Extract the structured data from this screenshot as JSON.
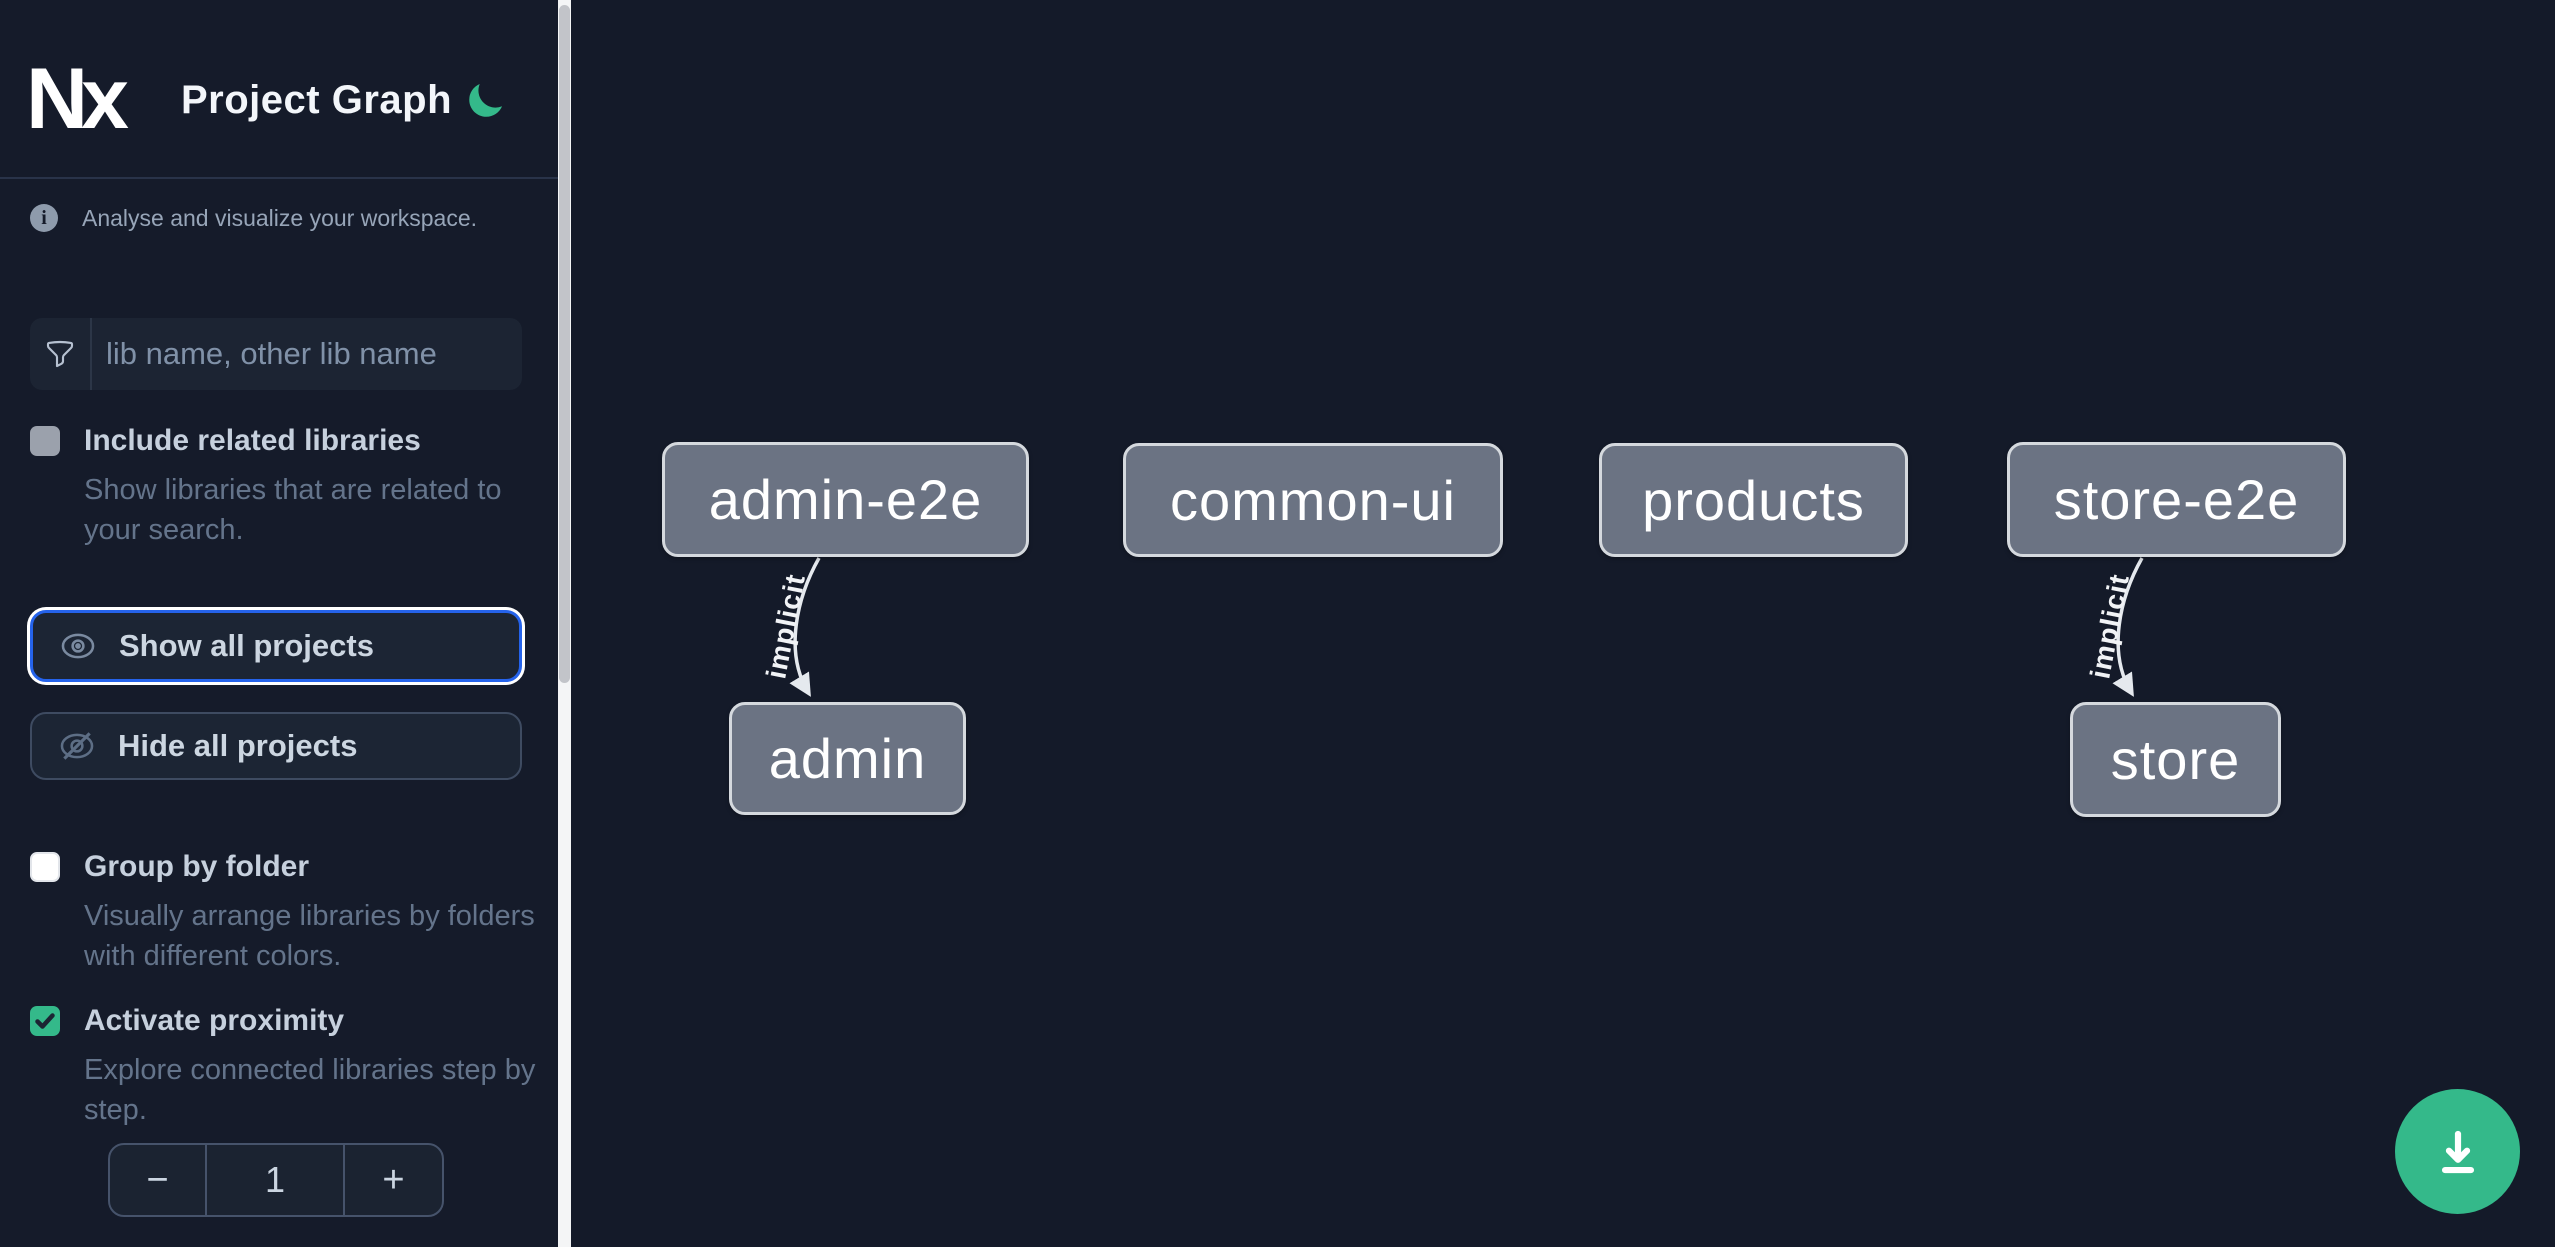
{
  "header": {
    "logo_text": "Nx",
    "title": "Project Graph",
    "theme_icon": "moon-icon"
  },
  "sidebar": {
    "tagline": "Analyse and visualize your workspace.",
    "search": {
      "placeholder": "lib name, other lib name",
      "value": "",
      "icon": "filter-funnel-icon"
    },
    "toggles": [
      {
        "label": "Include related libraries",
        "description": "Show libraries that are related to your search.",
        "checked": false,
        "style": "gray"
      },
      {
        "label": "Group by folder",
        "description": "Visually arrange libraries by folders with different colors.",
        "checked": false,
        "style": "white"
      },
      {
        "label": "Activate proximity",
        "description": "Explore connected libraries step by step.",
        "checked": true,
        "style": "green"
      }
    ],
    "buttons": [
      {
        "label": "Show all projects",
        "icon": "eye-icon",
        "focused": true
      },
      {
        "label": "Hide all projects",
        "icon": "eye-off-icon",
        "focused": false
      }
    ],
    "stepper": {
      "decrement": "−",
      "value": "1",
      "increment": "+"
    }
  },
  "graph": {
    "nodes": [
      {
        "label": "admin-e2e"
      },
      {
        "label": "common-ui"
      },
      {
        "label": "products"
      },
      {
        "label": "store-e2e"
      },
      {
        "label": "admin"
      },
      {
        "label": "store"
      }
    ],
    "edges": [
      {
        "from": "admin-e2e",
        "to": "admin",
        "label": "implicit"
      },
      {
        "from": "store-e2e",
        "to": "store",
        "label": "implicit"
      }
    ]
  },
  "fab": {
    "icon": "download-icon"
  },
  "colors": {
    "accent_green": "#34b98a",
    "focus_blue": "#2563eb",
    "node_fill": "#6b7383",
    "background": "#141a29"
  }
}
